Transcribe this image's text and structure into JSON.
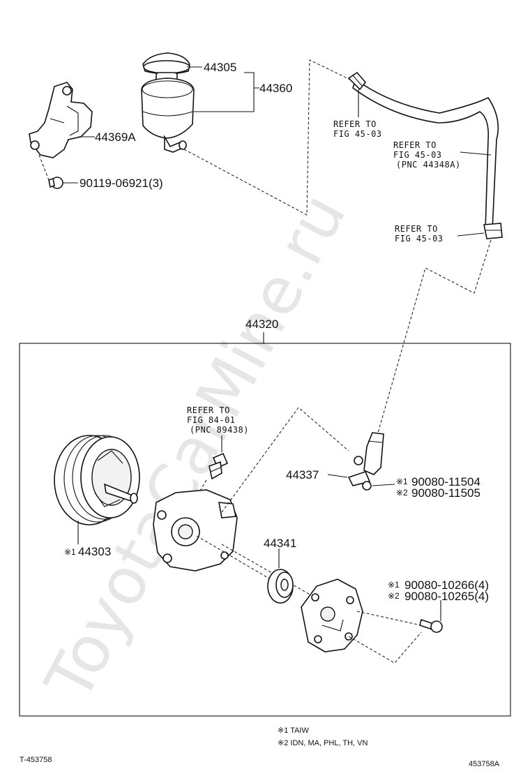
{
  "watermark": "ToyotaCarMine.ru",
  "parts": {
    "cap": "44305",
    "reservoir": "44360",
    "bracket": "44369A",
    "bolt_small": "90119-06921(3)",
    "pump_assy": "44320",
    "pulley": "44303",
    "union": "44337",
    "seal": "44341",
    "union_bolt_1": "90080-11504",
    "union_bolt_2": "90080-11505",
    "pump_bolt_1": "90080-10266(4)",
    "pump_bolt_2": "90080-10265(4)"
  },
  "marks": {
    "m1": "※1",
    "m2": "※2"
  },
  "refs": {
    "hose_top_1": "REFER TO",
    "hose_top_2": "FIG 45-03",
    "hose_mid_1": "REFER TO",
    "hose_mid_2": "FIG 45-03",
    "hose_mid_3": "(PNC 44348A)",
    "hose_bot_1": "REFER TO",
    "hose_bot_2": "FIG 45-03",
    "sensor_1": "REFER TO",
    "sensor_2": "FIG 84-01",
    "sensor_3": "(PNC 89438)"
  },
  "footnotes": {
    "note1": "※1 TAIW",
    "note2": "※2 IDN, MA, PHL, TH, VN"
  },
  "ids": {
    "left": "T-453758",
    "right": "453758A"
  }
}
